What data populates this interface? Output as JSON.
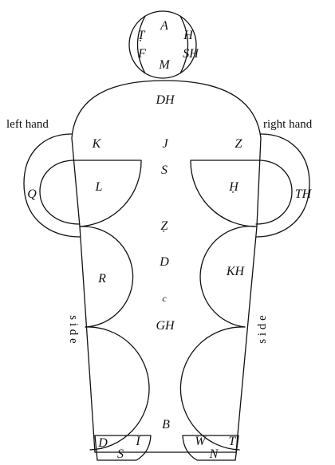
{
  "head": {
    "A": "A",
    "T": "Ṭ",
    "F": "F",
    "H": "H",
    "SH": "SH",
    "M": "M"
  },
  "torso_top": "DH",
  "labels": {
    "left_hand": "left hand",
    "right_hand": "right hand",
    "left_side": "s i d e",
    "right_side": "s i d e"
  },
  "body_letters": {
    "K": "K",
    "J": "J",
    "Z": "Z",
    "S": "S",
    "L": "L",
    "H_dot": "Ḥ",
    "Q": "Q",
    "TH": "TH",
    "Z_dot": "Ẓ",
    "R": "R",
    "D": "D",
    "KH": "KH",
    "c": "c",
    "GH": "GH",
    "B": "B"
  },
  "feet": {
    "left": {
      "D_dot": "Ḍ",
      "S": "S",
      "I": "I"
    },
    "right": {
      "W": "W",
      "N": "N",
      "T": "T"
    }
  }
}
